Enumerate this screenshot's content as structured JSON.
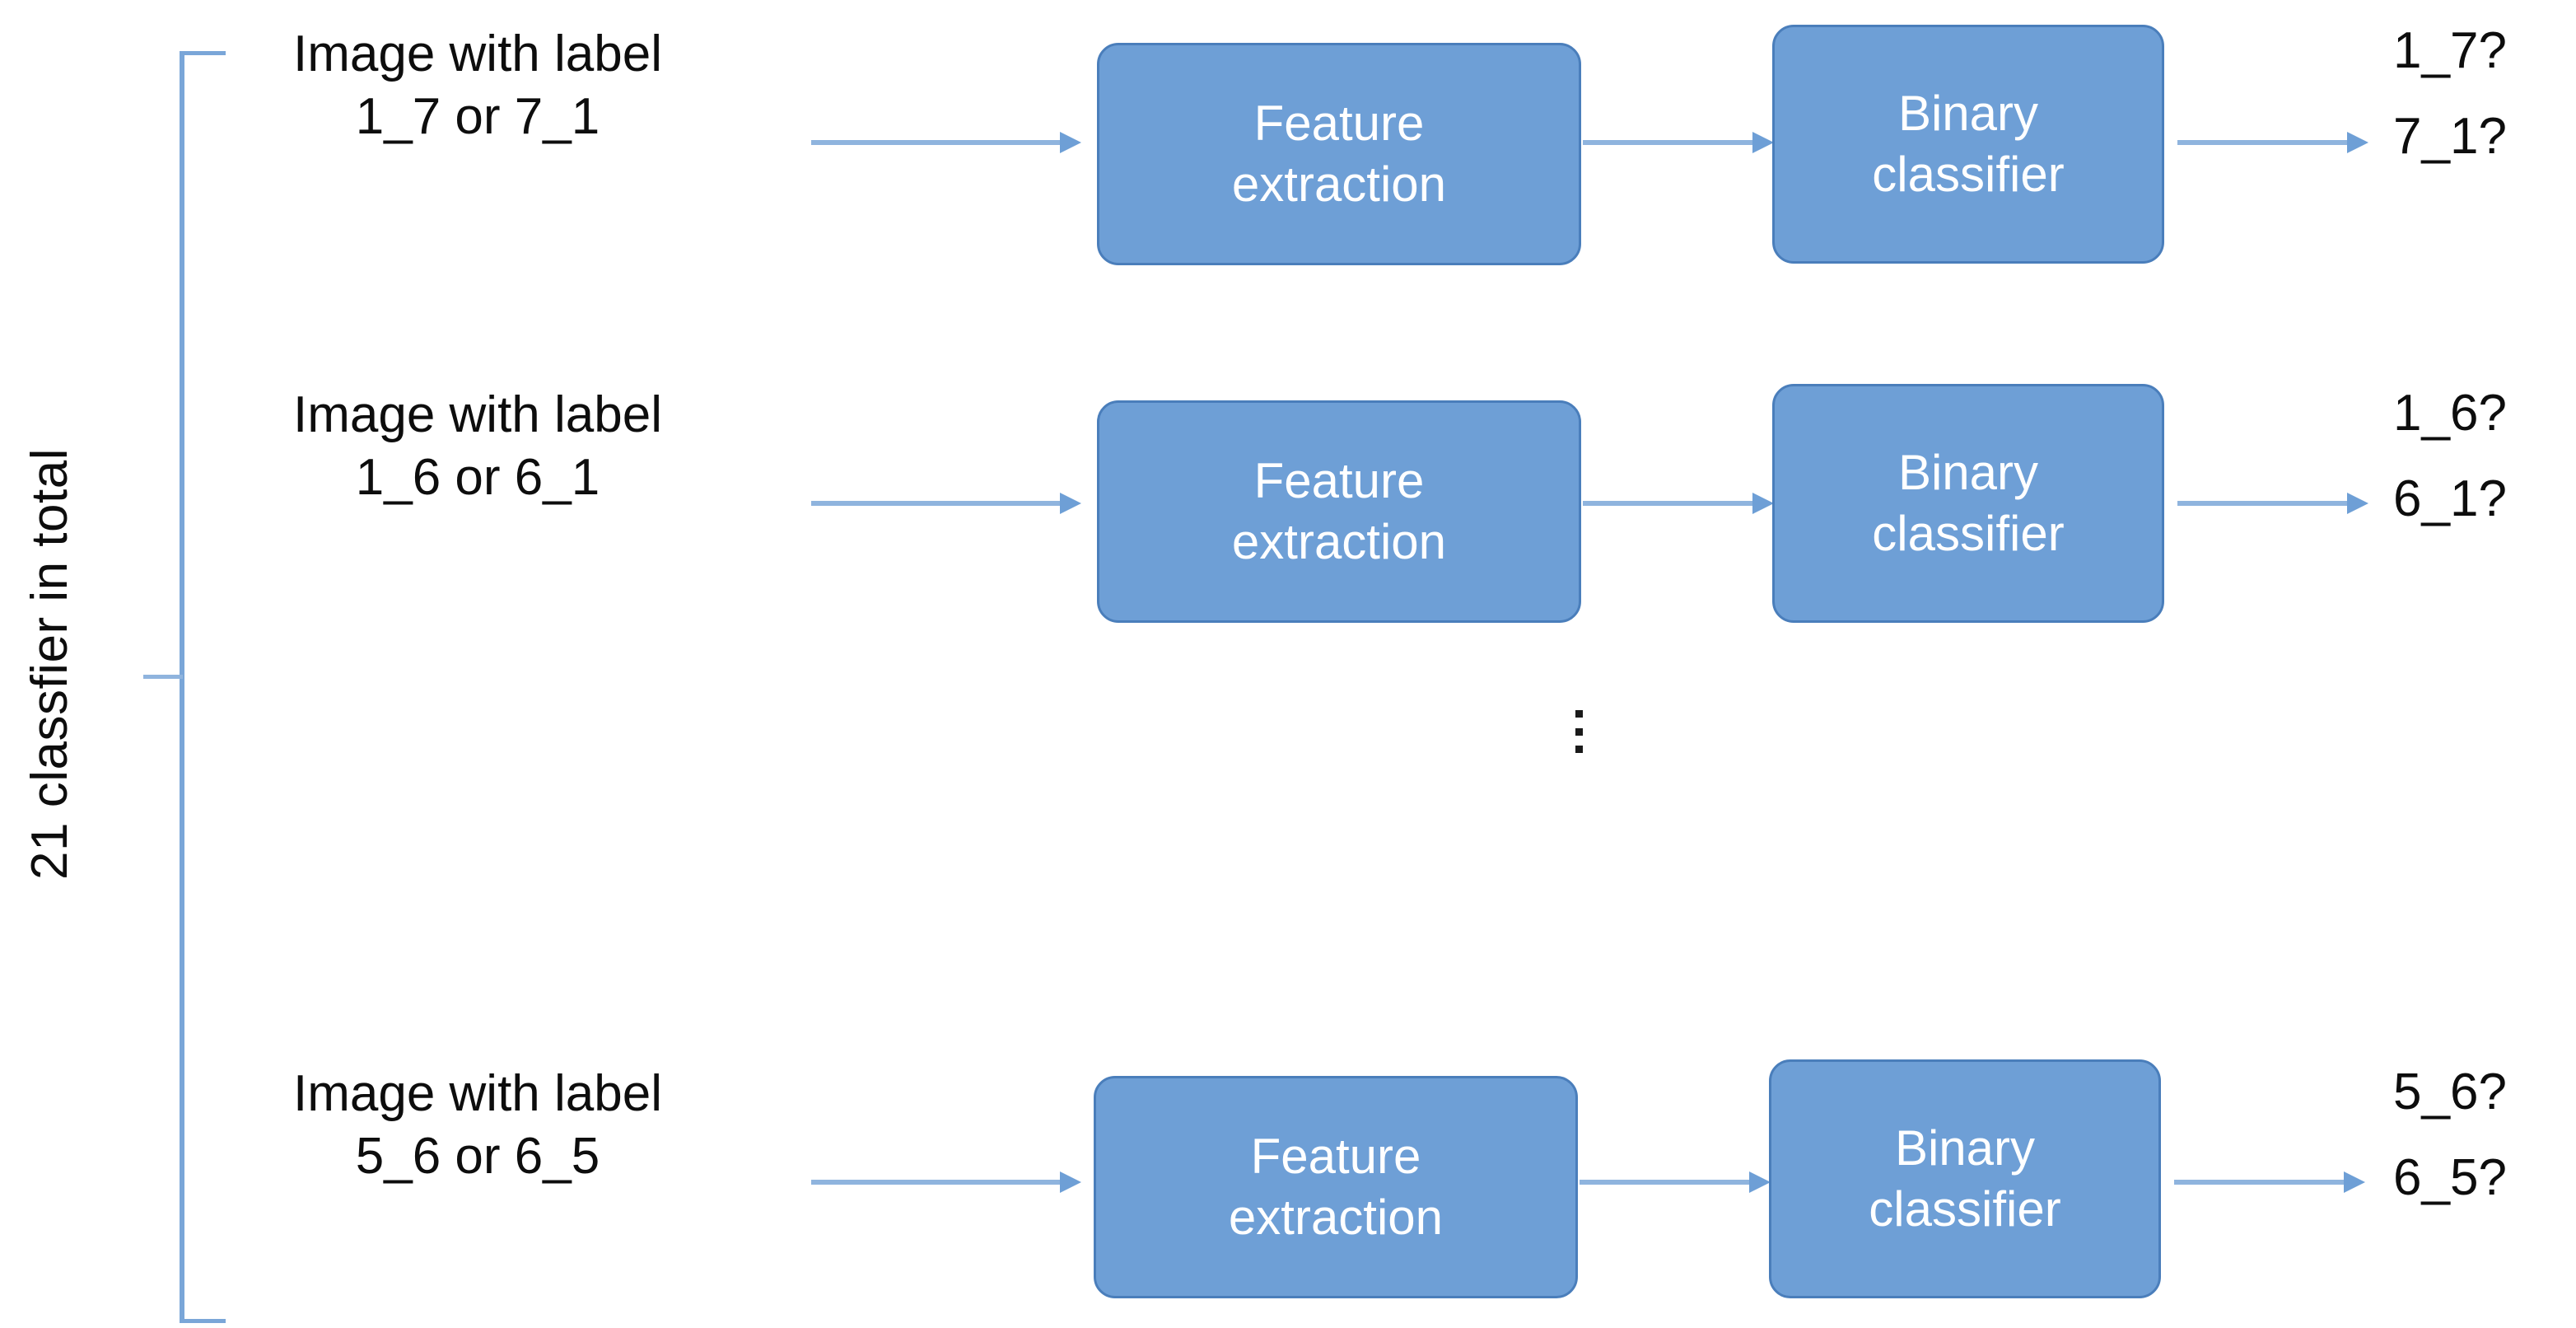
{
  "diagram": {
    "title_vertical": "21 classfier in total",
    "ellipsis_glyph": "⋮",
    "colors": {
      "box_fill": "#6E9FD6",
      "box_border": "#4A7EBB",
      "box_text": "#FFFFFF",
      "arrow": "#8FB4DE",
      "arrow_head": "#6E9FD6",
      "bracket": "#7AA6D8",
      "text": "#0D0D0D",
      "background": "#FFFFFF"
    },
    "rows": [
      {
        "input": {
          "line1": "Image with label",
          "line2": "1_7 or 7_1"
        },
        "stage1": {
          "line1": "Feature",
          "line2": "extraction"
        },
        "stage2": {
          "line1": "Binary",
          "line2": "classifier"
        },
        "output": {
          "line1": "1_7?",
          "line2": "7_1?"
        }
      },
      {
        "input": {
          "line1": "Image with label",
          "line2": "1_6 or 6_1"
        },
        "stage1": {
          "line1": "Feature",
          "line2": "extraction"
        },
        "stage2": {
          "line1": "Binary",
          "line2": "classifier"
        },
        "output": {
          "line1": "1_6?",
          "line2": "6_1?"
        }
      },
      {
        "input": {
          "line1": "Image with label",
          "line2": "5_6 or 6_5"
        },
        "stage1": {
          "line1": "Feature",
          "line2": "extraction"
        },
        "stage2": {
          "line1": "Binary",
          "line2": "classifier"
        },
        "output": {
          "line1": "5_6?",
          "line2": "6_5?"
        }
      }
    ]
  }
}
